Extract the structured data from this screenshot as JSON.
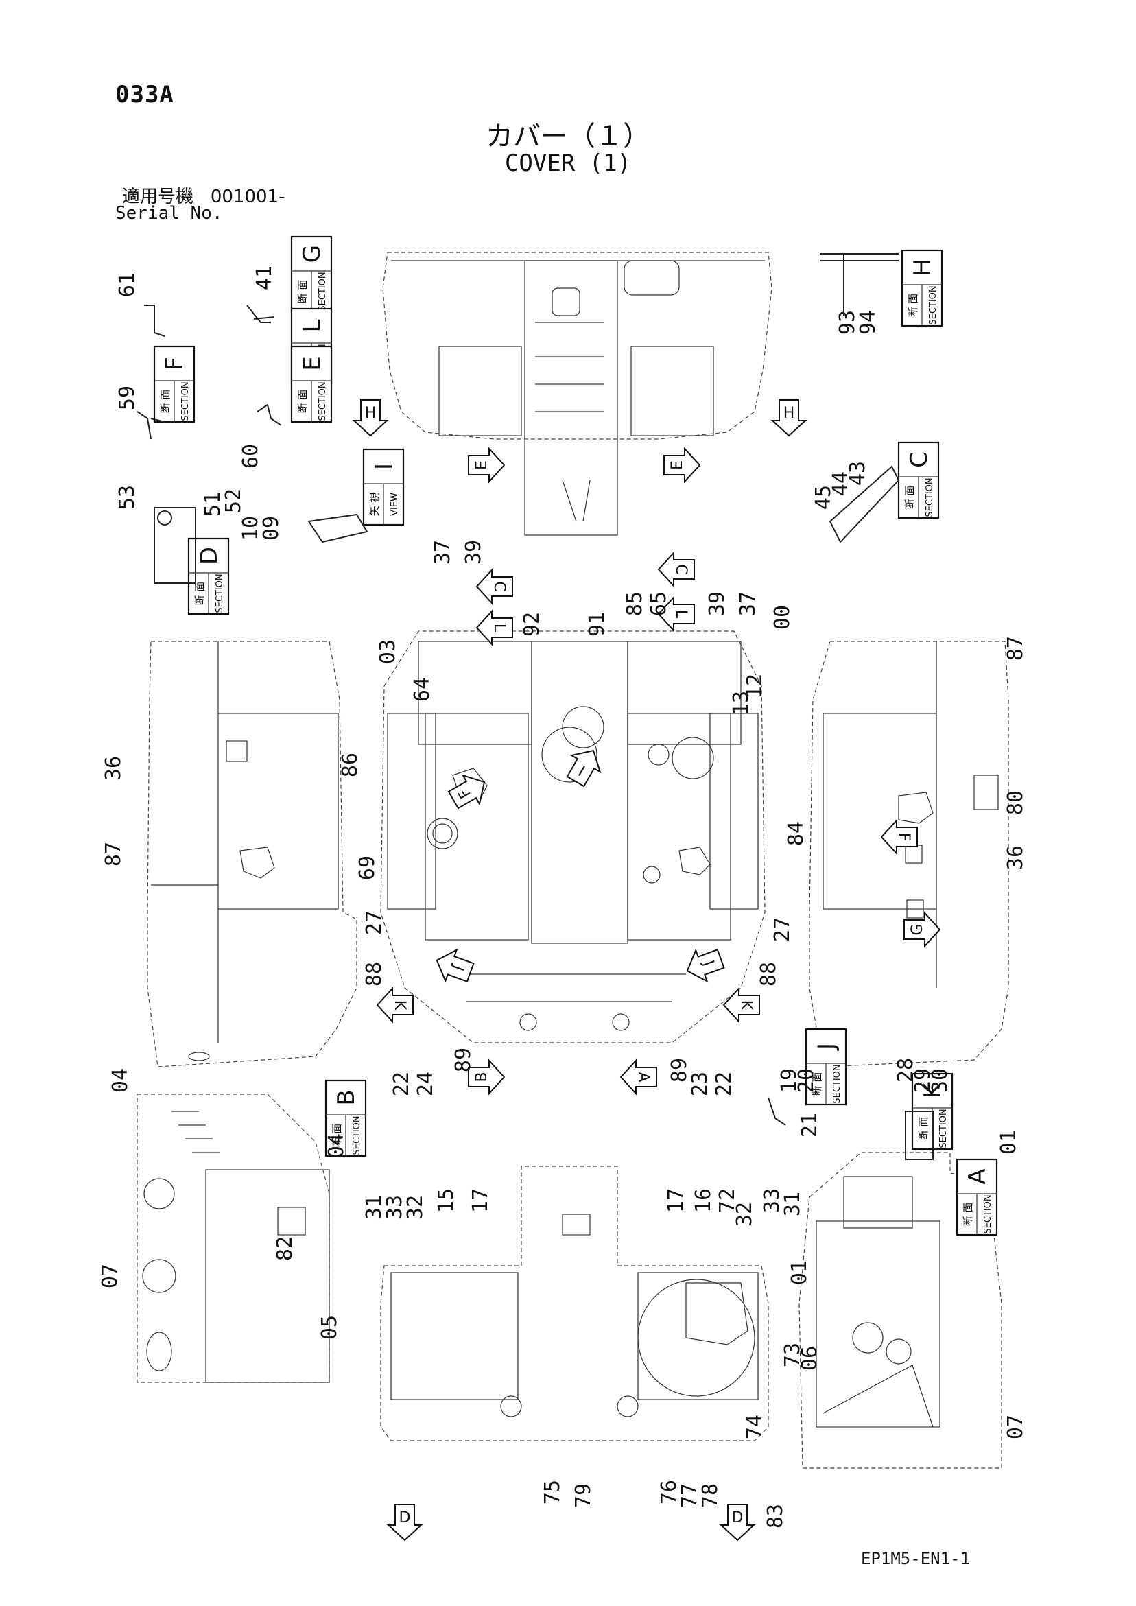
{
  "page_number": "033A",
  "title_jp": "カバー（１）",
  "title_en": "COVER (1)",
  "serial_label_jp": "適用号機",
  "serial_value": "001001-",
  "serial_label_en": "Serial No.",
  "document_id": "EP1M5-EN1-1",
  "section_word_jp": "断 面",
  "section_word_en": "SECTION",
  "view_word_jp": "矢 視",
  "view_word_en": "VIEW",
  "sections": [
    {
      "id": "sec-g",
      "letter": "G",
      "kind": "section"
    },
    {
      "id": "sec-l",
      "letter": "L",
      "kind": "section"
    },
    {
      "id": "sec-f",
      "letter": "F",
      "kind": "section"
    },
    {
      "id": "sec-e",
      "letter": "E",
      "kind": "section"
    },
    {
      "id": "sec-h",
      "letter": "H",
      "kind": "section"
    },
    {
      "id": "sec-c",
      "letter": "C",
      "kind": "section"
    },
    {
      "id": "sec-d",
      "letter": "D",
      "kind": "section"
    },
    {
      "id": "view-i",
      "letter": "I",
      "kind": "view"
    },
    {
      "id": "sec-b",
      "letter": "B",
      "kind": "section"
    },
    {
      "id": "sec-j",
      "letter": "J",
      "kind": "section"
    },
    {
      "id": "sec-k",
      "letter": "K",
      "kind": "section"
    },
    {
      "id": "sec-a",
      "letter": "A",
      "kind": "section"
    }
  ],
  "part_labels": [
    "61",
    "41",
    "93",
    "94",
    "59",
    "60",
    "43",
    "44",
    "45",
    "53",
    "51",
    "52",
    "10",
    "09",
    "37",
    "39",
    "85",
    "65",
    "39",
    "37",
    "92",
    "91",
    "00",
    "03",
    "64",
    "12",
    "13",
    "87",
    "36",
    "86",
    "80",
    "69",
    "84",
    "36",
    "87",
    "27",
    "27",
    "88",
    "88",
    "22",
    "24",
    "89",
    "89",
    "23",
    "22",
    "19",
    "20",
    "21",
    "28",
    "29",
    "30",
    "04",
    "04",
    "07",
    "82",
    "05",
    "31",
    "33",
    "32",
    "15",
    "17",
    "17",
    "16",
    "72",
    "32",
    "33",
    "31",
    "01",
    "01",
    "73",
    "06",
    "74",
    "75",
    "79",
    "76",
    "77",
    "78",
    "83",
    "07"
  ],
  "view_arrows": [
    "H",
    "H",
    "E",
    "E",
    "C",
    "L",
    "C",
    "L",
    "F",
    "I",
    "F",
    "G",
    "J",
    "J",
    "K",
    "K",
    "B",
    "A",
    "D",
    "D"
  ]
}
